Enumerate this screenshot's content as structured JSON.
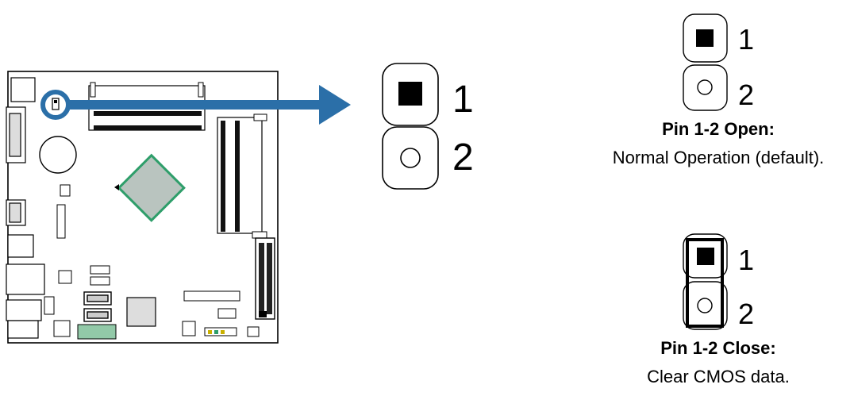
{
  "colors": {
    "arrow": "#2B6FA8",
    "chip_fill": "#B9C4BF",
    "chip_border": "#2E9E6A",
    "slot_fill": "#92C9A8"
  },
  "large_jumper": {
    "pin1": "1",
    "pin2": "2"
  },
  "open_jumper": {
    "pin1": "1",
    "pin2": "2",
    "title": "Pin 1-2 Open:",
    "description": "Normal Operation (default)."
  },
  "close_jumper": {
    "pin1": "1",
    "pin2": "2",
    "title": "Pin 1-2 Close:",
    "description": "Clear CMOS data."
  },
  "icons": {
    "board": "motherboard-icon",
    "arrow": "arrow-right-icon",
    "pin_square": "square-pin-icon",
    "pin_round": "round-pin-icon",
    "jumper_cap": "jumper-cap-icon"
  }
}
